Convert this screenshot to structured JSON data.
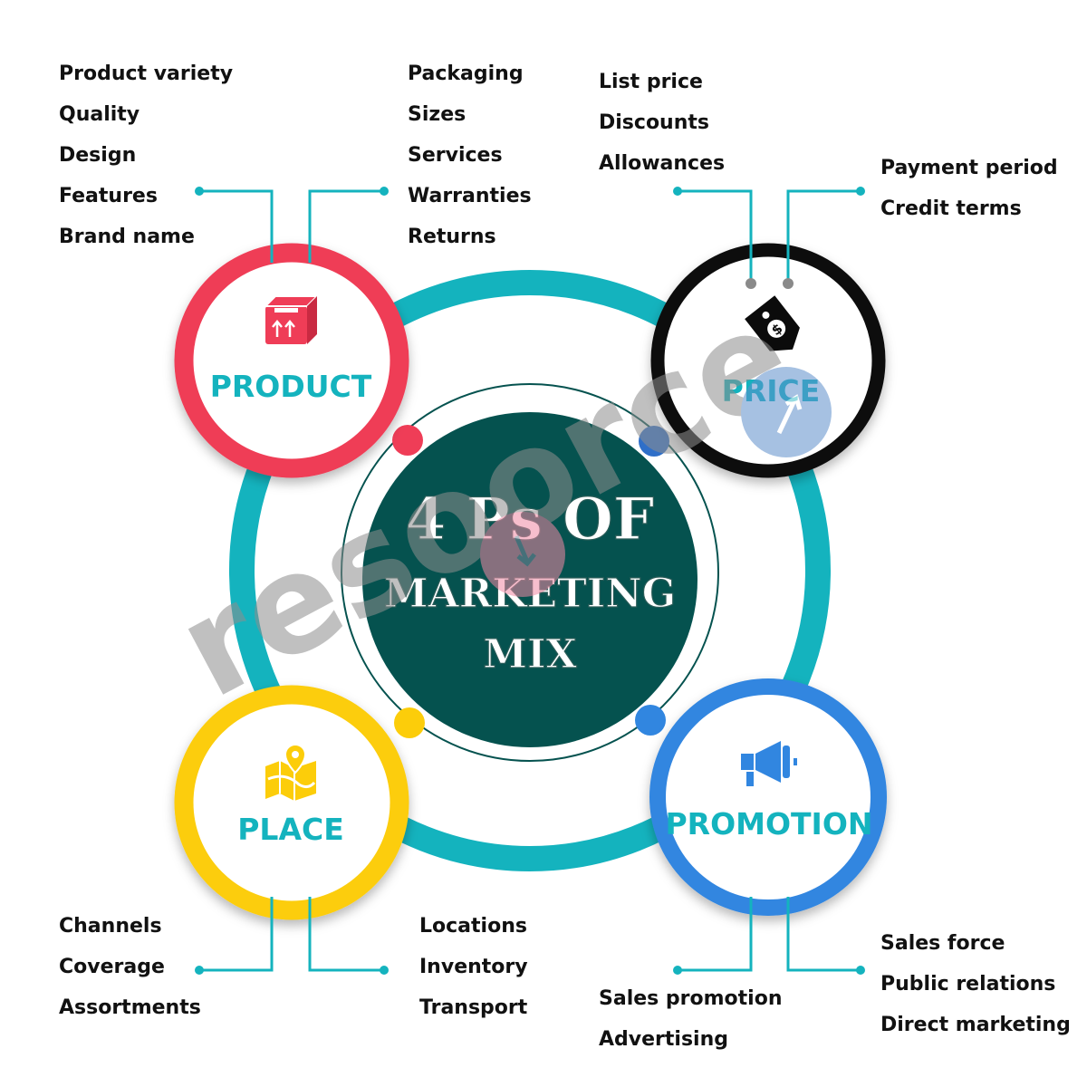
{
  "center": {
    "line1": "4 Ps OF",
    "line2": "MARKETING",
    "line3": "MIX"
  },
  "product": {
    "title": "PRODUCT",
    "icon": "package-box-icon",
    "left_items": [
      "Product variety",
      "Quality",
      "Design",
      "Features",
      "Brand name"
    ],
    "right_items": [
      "Packaging",
      "Sizes",
      "Services",
      "Warranties",
      "Returns"
    ]
  },
  "price": {
    "title": "PRICE",
    "icon": "price-tag-icon",
    "left_items": [
      "List price",
      "Discounts",
      "Allowances"
    ],
    "right_items": [
      "Payment period",
      "Credit terms"
    ]
  },
  "place": {
    "title": "PLACE",
    "icon": "map-pin-icon",
    "left_items": [
      "Channels",
      "Coverage",
      "Assortments"
    ],
    "right_items": [
      "Locations",
      "Inventory",
      "Transport"
    ]
  },
  "promotion": {
    "title": "PROMOTION",
    "icon": "megaphone-icon",
    "left_items": [
      "Sales promotion",
      "Advertising"
    ],
    "right_items": [
      "Sales force",
      "Public relations",
      "Direct marketing"
    ]
  },
  "watermark": {
    "text": "resoorce"
  },
  "colors": {
    "ring": "#14b3be",
    "center_fill": "#05524f",
    "product": "#ef3d57",
    "price": "#0b0b0b",
    "place": "#fccd0a",
    "promotion": "#3186e0",
    "connector": "#14b3be"
  }
}
